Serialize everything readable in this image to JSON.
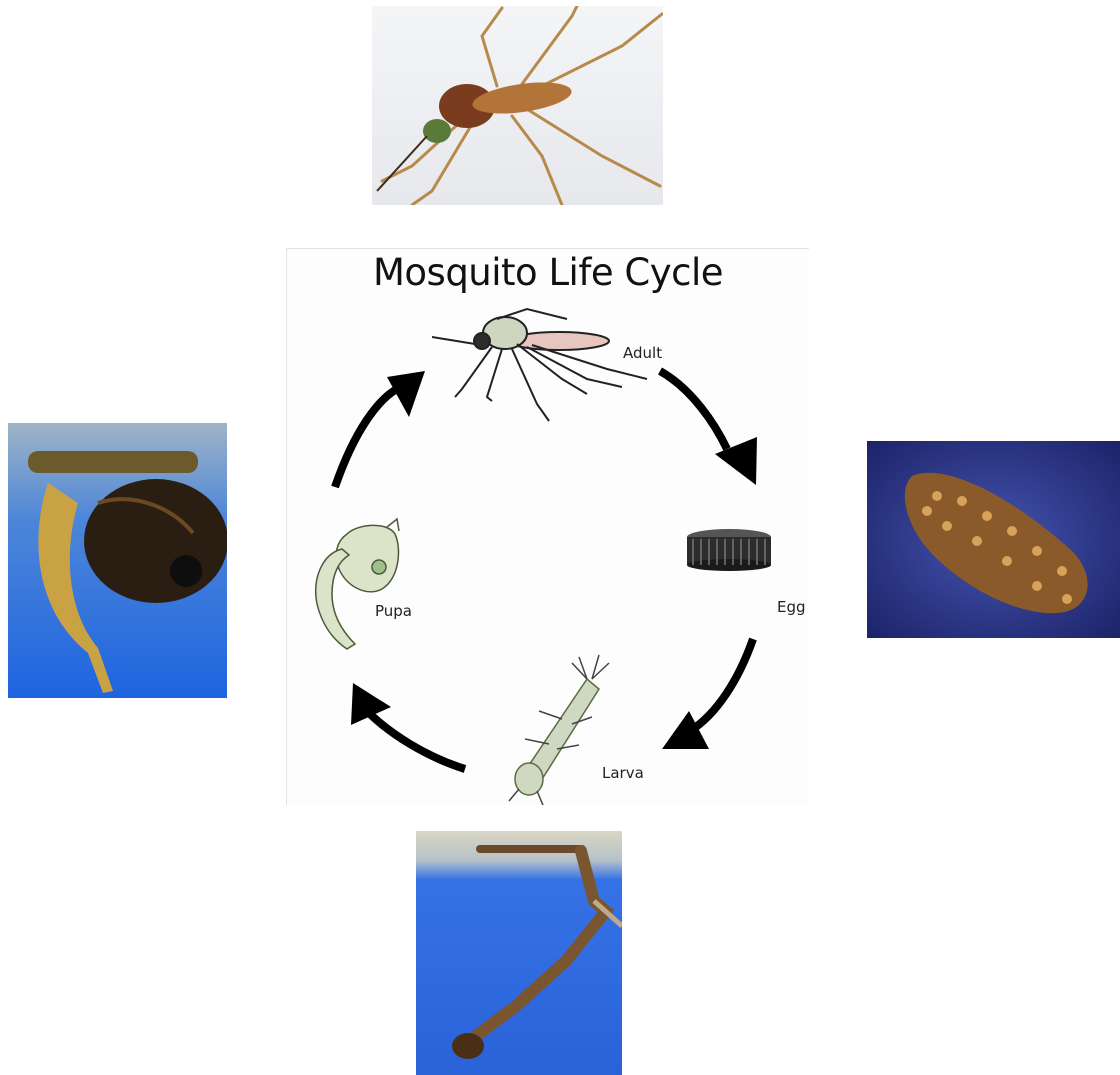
{
  "diagram": {
    "title": "Mosquito Life Cycle",
    "stages": {
      "adult": "Adult",
      "egg": "Egg",
      "larva": "Larva",
      "pupa": "Pupa"
    },
    "flow": [
      "Adult",
      "Egg",
      "Larva",
      "Pupa",
      "Adult"
    ]
  },
  "photos": {
    "adult": "adult-mosquito-photo",
    "pupa": "pupa-photo",
    "egg": "egg-raft-photo",
    "larva": "larva-photo"
  },
  "colors": {
    "arrow": "#000000",
    "water_blue": "#2f6fe0",
    "egg_background": "#2a3580"
  }
}
